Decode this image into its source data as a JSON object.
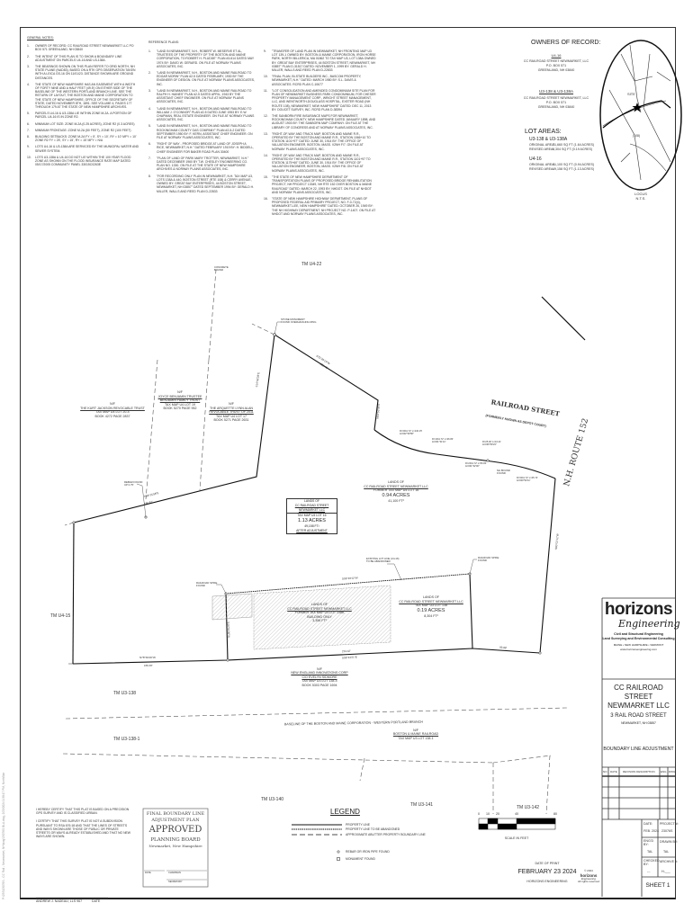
{
  "general_notes": {
    "heading": "GENERAL NOTES:",
    "items": [
      {
        "num": "1.",
        "text": "OWNER OF RECORD: CC RAILROAD STREET NEWMARKET LLC PO BOX 571 GREENLAND, NH 03840"
      },
      {
        "num": "2.",
        "text": "THE INTENT OF THIS PLAN IS TO SHOW A BOUNDARY LINE ADJUSTMENT ON PARCELS U4-16 AND U3-138A."
      },
      {
        "num": "3.",
        "text": "THE BEARINGS SHOWN ON THIS PLAN REFER TO GRID NORTH, NH STATE PLANE (NAD83), BASED ON A RTK GPS OBSERVATION TAKEN WITH A LEICA GS-16 ON 11/01/23. DISTANCE SHOWN ARE GROUND DISTANCES."
      },
      {
        "num": "4.",
        "text": "THE STATE OF NEW HAMPSHIRE HAS AN EASEMENT WITH A WIDTH OF FORTY NINE AND A HALF FEET (49.5') ON EITHER SIDE OF THE BASELINE OF THE WESTERN PORTLAND BRANCH LINE. SEE THE RETURN OF LAYOUT, THE BOSTON AND MAINE CORPORATION TO THE STATE OF NEW HAMPSHIRE, OFFICE OF THE SECRETARY OF STATE, DATED NOVEMBER 8TH, 1891. SEE VOLUME 4, PAGES 177 THROUGH 179 AT THE STATE OF NEW HAMPSHIRE ARCHIVES."
      },
      {
        "num": "5.",
        "text": "PARCELS U4-16 & U3-138A LIE WITHIN ZONE M-2A. A PORTION OF PARCEL U4-16 IS IN ZONE R2."
      },
      {
        "num": "6.",
        "text": "MINIMUM LOT SIZE: ZONE M-2A (0.25 ACRES), ZONE R2 (0.3 ACRES)"
      },
      {
        "num": "7.",
        "text": "MINIMUM FRONTAGE: ZONE M-2A (50 FEET), ZONE R2 (100 FEET)"
      },
      {
        "num": "8.",
        "text": "BUILDING SETBACKS: ZONE M-2A  FY = 5', SY = 10', RY = 10' MFY = 10'   ZONE R2  FY = 25', SY = 15', RY = 15' MFY = N/A"
      },
      {
        "num": "9.",
        "text": "LOTS U4-16 & U3-138A ARE SERVICED BY THE MUNICIPAL WATER AND SEWER SYSTEM."
      },
      {
        "num": "10.",
        "text": "LOTS U3-138A & U4-16 DO NOT LIE WITHIN THE 100 YEAR FLOOD ZONE AS SHOWN ON THE FLOOD INSURANCE RATE MAP DATED 05/17/2005 COMMUNITY PANEL 33015C0263E"
      }
    ]
  },
  "reference_plans": {
    "heading": "REFERENCE PLANS:",
    "col1": [
      {
        "num": "1.",
        "text": "\"LAND IN NEWMARKET, N.H., ROBERT W. MESERVE ET AL, TRUSTEES OF THE PROPERTY OF THE BOSTON AND MAINE CORPORATION, TO ROBERT H. PLUDDE\" PLAN #3-614 DATED MAY 1974 BY: DAVID W. GERARD. ON FILE AT NORWAY PLAINS ASSOCIATES, INC."
      },
      {
        "num": "2.",
        "text": "\"LAND IN NEWMARKET, N.H., BOSTON AND MAINE RAILROAD TO EDGAR MORIN\" PLAN #2-5 DATED FEBRUARY, 1930 BY THE ENGINEER OF DESIGN. ON FILE AT NORWAY PLAINS ASSOCIATES, INC."
      },
      {
        "num": "3.",
        "text": "\"LAND IN NEWMARKET, N.H., BOSTON AND MAINE RAILROAD TO RALPH H. HAINES\" PLAN #2-5 DATED APRIL, 1943 BY THE ASSISTANT CHIEF ENGINEER. ON FILE AT NORWAY PLAINS ASSOCIATES, INC."
      },
      {
        "num": "4.",
        "text": "\"LAND IN NEWMARKET, N.H., BOSTON AND MAINE RAILROAD TO WILLIAM J. O'CONNOR\" PLAN #2-5 DATED JUNE 1953 BY: E.W. CHAPMAN, REAL ESTATE ENGINEER. ON FILE AT NORWAY PLAINS ASSOCIATES, INC."
      },
      {
        "num": "5.",
        "text": "\"LAND IN NEWMARKET, N.H., BOSTON AND MAINE RAILROAD TO ROCKINGHAM COUNTY GAS COMPANY\" PLAN #2-5-2 DATED SEPTEMBER 1950 BY: F. KERN, ASSISTANT CHIEF ENGINEER. ON FILE AT NORWAY PLAINS ASSOCIATES, INC."
      },
      {
        "num": "6.",
        "text": "\"RIGHT OF WAY - PROPOSED BRIDGE AT LAND OF JOSEPH A RICE, NEWMARKET, N.H.\" DATED FEBRUARY 1919 BY: H. BIDDELL, CHIEF ENGINEER FOR BAKER ROAD PLAN 30400"
      },
      {
        "num": "7.",
        "text": "\"PLAN OF LAND OF PARK MARY TROTTER, NEWMARKET, N.H.\" DATED DECEMBER 1960 BY T.W. CHESLEY ENGINEERING CO. PLAN NO. 1330. ON FILE AT THE STATE OF NEW HAMPSHIRE ARCHIVES & NORWAY PLAINS ASSOCIATES, INC."
      },
      {
        "num": "8.",
        "text": "\"FOR RECORDING ONLY PLAN IN NEWMARKET, N.H. TAX MAP U3, LOTS 138A & 440, BOSTON STREET (RTE 108) & CERRY AVENUE, OWNED BY: GREAT BAY ENTERPRISES, 44 BOSTON STREET, NEWMARKET, NH 03857\" DATED SEPTEMBER 1994 BY: GERALD H. MILLER, WALLS AND REED PLAN D-22833"
      }
    ],
    "col2": [
      {
        "num": "9.",
        "text": "\"TRANSFER OF LAND PLAN IN NEWMARKET, NH FRONTING MAP U3 LOT 139-1 OWNED BY: BOSTON & MAINE CORPORATION, IRON HORSE PARK, NORTH BILLERICA, MA 01862 TO TAX MAP U3, LOT 138A OWNED BY: GREAT BAY ENTERPRISES, 44 BOSTON STREET, NEWMARKET, NH 03857\" PLAN D-31517 DATED: NOVEMBER 1, 1999 BY: GERALD H. MILLER, WALLS AND REED PLAN D-22833"
      },
      {
        "num": "10.",
        "text": "\"FINAL PLAN, BI-STATE BUILDERS INC., BASCOM PROPERTY, NEWMARKET, N.H.\" DATED: MARCH 1980 BY: S.L. DAVIS & ASSOCIATES. RCRD PLAN C-10677"
      },
      {
        "num": "11.",
        "text": "\"LOT CONSOLIDATION AND AMENDED CONDOMINIUM SITE PLAN FOR PLAN OF NEWMARKET BUSINESS PARK CONDOMINIUM, FOR CHESER PROPERTY MANAGEMENT CORP., WRIGHT STREET MANAGEMENT, LLC, AND WENTWORTH-DOUGLASS HOSPITAL, EXETER ROAD (NH ROUTE 108), NEWMARKET, NEW HAMPSHIRE\" DATED: DEC 11, 2013 BY: DOUCET SURVEY, INC. RCRD PLAN D-38394"
      },
      {
        "num": "12.",
        "text": "THE SANBORN FIRE INSURANCE MAPS FOR NEWMARKET, ROCKINGHAM COUNTY, NEW HAMPSHIRE DATED JANUARY 1898, AND AUGUST 1903 BY: THE SANBORN MAP COMPANY. ON FILE AT THE LIBRARY OF CONGRESS AND AT NORWAY PLAINS ASSOCIATES, INC."
      },
      {
        "num": "13.",
        "text": "\"RIGHT-OF-WAY AND TRACK MAP, BOSTON AND MAINE R.R., OPERATED BY THE BOSTON AND MAINE R.R., STATION 1066+10 TO STATION 1101+97\" DATED: JUNE 30, 1914 BY: THE OFFICE OF VALUATION ENGINEER, BOSTON, MASS. V2NH F/7. ON FILE AT NORWAY PLAINS ASSOCIATES, INC."
      },
      {
        "num": "14.",
        "text": "\"RIGHT-OF-WAY AND TRACK MAP, BOSTON AND MAINE R.R., OPERATED BY THE BOSTON AND MAINE R.R., STATION 1101+97 TO STATION 1175+60\" DATED: JUNE 30, 1914 BY: THE OFFICE OF VALUATION ENGINEER, BOSTON, MASS. V2NH F/8. ON FILE AT NORWAY PLAINS ASSOCIATES, INC."
      },
      {
        "num": "15.",
        "text": "\"THE STATE OF NEW HAMPSHIRE DEPARTMENT OF TRANSPORTATION PLANS OF PROPOSED BRIDGE REHABILITATION PROJECT, NH PROJECT 13349, NH RTE 152 OVER BOSTON & MAINE RAILROAD\" DATED: MARCH 22, 1993 BY: NHDOT. ON FILE AT NHDOT AND NORWAY PLAINS ASSOCIATES, INC."
      },
      {
        "num": "16.",
        "text": "\"STATE OF NEW HAMPSHIRE HIGHWAY DEPARTMENT, PLANS OF PROPOSED FEDERAL AID PRIMARY PROJECT, NO. F-0-72(4), NEWMARKET-LEE, NEW HAMPSHIRE\" DATED: OCTOBER 26, 1949 BY: THE NH HIGHWAY DEPARTMENT. NH PROJECT NO. P-1407. ON FILE AT NHDOT AND NORWAY PLAINS ASSOCIATES, INC."
      }
    ]
  },
  "owners_of_record": {
    "heading": "OWNERS OF RECORD:",
    "owners": [
      {
        "parcel": "U4-16",
        "lines": [
          "CC RAILROAD STREET NEWMARKET, LLC",
          "P.O. BOX 571",
          "GREENLAND, NH 03840"
        ]
      },
      {
        "parcel": "U3-138 & U3-138A",
        "lines": [
          "CC RAILROAD STREET NEWMARKET, LLC",
          "P.O. BOX 571",
          "GREENLAND, NH 03840"
        ]
      }
    ]
  },
  "lot_areas": {
    "heading": "LOT AREAS:",
    "lots": [
      {
        "parcel": "U3-138 & U3-138A",
        "rows": [
          [
            "ORIGINAL AREA:",
            "71,660 SQ FT (1.64 ACRES)"
          ],
          [
            "REVISED AREA:",
            "8,304 SQ FT (0.19 ACRES)"
          ]
        ]
      },
      {
        "parcel": "U4-16",
        "rows": [
          [
            "ORIGINAL AREA:",
            "41,100 SQ FT (0.94 ACRES)"
          ],
          [
            "REVISED AREA:",
            "49,158 SQ FT (1.13 ACRES)"
          ]
        ]
      }
    ]
  },
  "locus_map": {
    "site_label": "SITE",
    "route_label": "(108)",
    "caption": "LOCUS",
    "scale": "N.T.S."
  },
  "plan": {
    "tm_u4_22": "TM U4-22",
    "tm_u4_15": "TM U4-15",
    "tm_u3_138": "TM U3-138",
    "tm_u3_138_1": "TM U3-138-1",
    "tm_u3_140": "TM U3-140",
    "tm_u3_141": "TM U3-141",
    "tm_u3_142": "TM U3-142",
    "railroad_street": "RAILROAD STREET",
    "railroad_street_sub": "(FORMERLY KNOWN AS DEPOT COURT)",
    "route_152": "N.H. ROUTE 152",
    "stone_monument": [
      "STONE MONUMENT",
      "FOUND OVERHANGING RING"
    ],
    "concrete_bound": [
      "CONCRETE",
      "BOUND"
    ],
    "rebar_found": [
      "REBAR FOUND",
      "UP 0.75'"
    ],
    "railroad_spike": [
      "RAILROAD SPIKE",
      "FOUND"
    ],
    "railroad_spike_2": [
      "RAILROAD SPIKE",
      "FOUND"
    ],
    "nh_bound": [
      "NH BOUND",
      "FOUND"
    ],
    "existing_lot_line": [
      "EXISTING LOT LINE (U4-16)",
      "TO BE ABANDONED"
    ],
    "abutter_kurt": [
      "N/F",
      "THE KURT JACKSON REVOCABLE TRUST",
      "TAX MAP U4 LOT 20-4",
      "BOOK 4272 PAGE 2837"
    ],
    "abutter_joyce": [
      "N/F",
      "JOYCE BENJAMIN TRUSTEE",
      "BENJAMIN FAMILY TRUST",
      "TAX MAP U4 LOT 19",
      "BOOK 5270 PAGE 952"
    ],
    "abutter_arquette": [
      "N/F",
      "THE ARQUETTE LYNN ALAN",
      "REVOCABLE TRUST OF 2011",
      "TAX MAP U4 LOT 17",
      "BOOK 5271 PAGE 2631"
    ],
    "lot_u4_16_after": [
      "LANDS OF",
      "CC RAILROAD STREET NEWMARKET LLC",
      "TAX MAP U4 LOT 16",
      "1.13 ACRES",
      "49,158 FT²",
      "AFTER ADJUSTMENT"
    ],
    "lot_u4_16_former": [
      "LANDS OF",
      "CC RAILROAD STREET NEWMARKET LLC",
      "FORMER TAX MAP U4 LOT 16",
      "0.94 ACRES",
      "41,100 FT²"
    ],
    "lot_u3_138a": [
      "LANDS OF",
      "CC RAILROAD STREET NEWMARKET LLC",
      "FORMER TAX MAP U3 LOT 138A",
      "BUILDING ONLY",
      "3,356 FT²"
    ],
    "lot_u3_138": [
      "LANDS OF",
      "CC RAILROAD STREET NEWMARKET LLC",
      "TAX MAP U3 LOT 138",
      "0.19 ACRES",
      "8,304 FT²"
    ],
    "abutter_nei": [
      "N/F",
      "NEW ENGLAND INNOVATIONS CORP",
      "C/O EVELYN SIDMORE",
      "TAX MAP U3 LOT 138-4",
      "BOOK 5303 PAGE 1694"
    ],
    "baseline": "BASELINE OF THE BOSTON AND MAINE CORPORATION - WESTERN PORTLAND BRANCH",
    "abutter_bm": [
      "N/F",
      "BOSTON & MAINE RAILROAD",
      "TAX MAP U3 LOT 138-1"
    ],
    "bearings": [
      "N80°11'58\"E",
      "186.87'",
      "S14°06'28\"E",
      "S75°29'19\"W",
      "228.40'",
      "N09°53'09\"E",
      "N80°02'12\"W",
      "S10°31'09\"W",
      "N78°49'26\"W",
      "155.87'",
      "S09°43'12\"W",
      "224.42'",
      "S09°44'21\"E",
      "93.88'"
    ],
    "curves": [
      "R=3011.72' L=140.15' Δ=002°39'58\"",
      "R=1011.72' L=26.84' Δ=001°31'11\"",
      "R=25.00' L=16.21' Δ=036°59'23\"",
      "R=2011.72' L=53.84' Δ=001°32'00\"",
      "R=3011.72' L=45.72' Δ=000°52'11\""
    ]
  },
  "certification": {
    "p1": "I HEREBY CERTIFY THAT THIS PLAT IS BASED ON A PRECISION GPS SURVEY AND IS CLASSIFIED URBAN.",
    "p2": "I CERTIFY THAT THIS SURVEY PLAT IS NOT A SUBDIVISION PURSUANT TO RSA 676:18 AND THAT THE LINES OF STREETS AND WAYS SHOWN ARE THOSE OF PUBLIC OR PRIVATE STREETS OR WAYS ALREADY ESTABLISHED AND THAT NO NEW WAYS ARE SHOWN.",
    "signer": "ANDREW J. NADEAU, LLS 967",
    "date_label": "DATE"
  },
  "approval_stamp": {
    "line1": "FINAL BOUNDARY LINE",
    "line2": "ADJUSTMENT PLAN",
    "approved": "APPROVED",
    "board": "PLANNING BOARD",
    "town": "Newmarket, New Hampshire",
    "date_label": "DATE",
    "chairman_label": "CHAIRMAN",
    "secretary_label": "SECRETARY"
  },
  "legend": {
    "title": "LEGEND",
    "items": [
      "PROPERTY LINE",
      "PROPERTY LINE TO BE ABANDONED",
      "APPROXIMATE ABUTTER PROPERTY BOUNDARY LINE",
      "REBAR OR IRON PIPE FOUND",
      "MONUMENT FOUND"
    ]
  },
  "scale_bar": {
    "ticks": [
      "0",
      "10",
      "20",
      "40",
      "80"
    ],
    "caption": "SCALE IN FEET"
  },
  "print_info": {
    "label": "DATE OF PRINT",
    "date": "FEBRUARY 23 2024",
    "firm": "HORIZONS ENGINEERING"
  },
  "copyright": {
    "year": "© 2024",
    "logo": "horizons",
    "sub": "Engineering",
    "rights": "All rights reserved"
  },
  "title_block": {
    "logo": "horizons",
    "logo_sub": "Engineering",
    "tagline1": "Civil and Structural Engineering",
    "tagline2": "Land Surveying and Environmental Consulting",
    "states": "MAINE • NEW HAMPSHIRE • VERMONT",
    "website": "www.horizonsengineering.com",
    "client1": "CC RAILROAD STREET",
    "client2": "NEWMARKET LLC",
    "address": "3 RAIL ROAD STREET",
    "city": "NEWMARKET, NH 03857",
    "plan_title": "BOUNDARY LINE ADJUSTMENT",
    "rev_headers": [
      "NO.",
      "DATE",
      "REVISION DESCRIPTION",
      "ENG",
      "DWG"
    ],
    "date_label": "DATE:",
    "date": "FEB. 2024",
    "project_label": "PROJECT #:",
    "project": "23076S",
    "eng_label": "ENG'D BY:",
    "eng": "TAL",
    "drawn_label": "DRAWN BY:",
    "drawn": "TAL",
    "checked_label": "CHECKED BY:",
    "checked": "---",
    "archive_label": "ARCHIVE #:",
    "archive": "H-___",
    "sheet": "SHEET 1"
  },
  "side_path": "P:\\23S\\23076S - CC Rail - Newmarket, NH\\dwg\\23076S BLA.dwg, 2/23/2024 1:58:17 PM, NorthStar"
}
